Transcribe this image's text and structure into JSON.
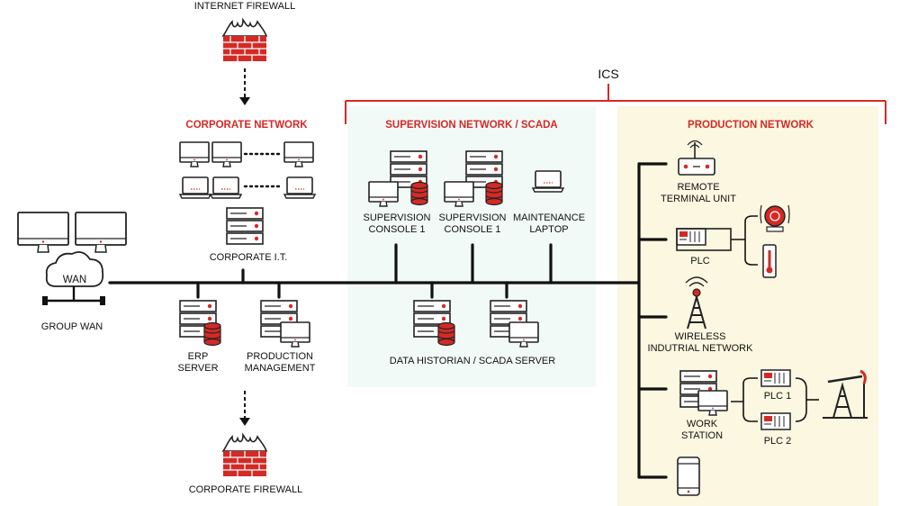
{
  "diagram": {
    "ics_label": "ICS",
    "zones": {
      "supervision": "SUPERVISION NETWORK / SCADA",
      "production": "PRODUCTION NETWORK",
      "corporate": "CORPORATE NETWORK"
    },
    "nodes": {
      "internet_firewall": "INTERNET FIREWALL",
      "corporate_firewall": "CORPORATE FIREWALL",
      "corporate_it": "CORPORATE I.T.",
      "wan": "WAN",
      "group_wan": "GROUP WAN",
      "erp_server": [
        "ERP",
        "SERVER"
      ],
      "production_management": [
        "PRODUCTION",
        "MANAGEMENT"
      ],
      "supervision_console_a": [
        "SUPERVISION",
        "CONSOLE 1"
      ],
      "supervision_console_b": [
        "SUPERVISION",
        "CONSOLE 1"
      ],
      "maintenance_laptop": [
        "MAINTENANCE",
        "LAPTOP"
      ],
      "data_historian": "DATA HISTORIAN / SCADA SERVER",
      "remote_terminal_unit": [
        "REMOTE",
        "TERMINAL UNIT"
      ],
      "plc": "PLC",
      "wireless_network": [
        "WIRELESS",
        "INDUTRIAL NETWORK"
      ],
      "work_station": [
        "WORK",
        "STATION"
      ],
      "plc_1": "PLC 1",
      "plc_2": "PLC 2"
    },
    "colors": {
      "accent": "#d32a26",
      "supervision_zone": "#f2faf8",
      "production_zone": "#fbf7e0",
      "line": "#111111"
    }
  }
}
